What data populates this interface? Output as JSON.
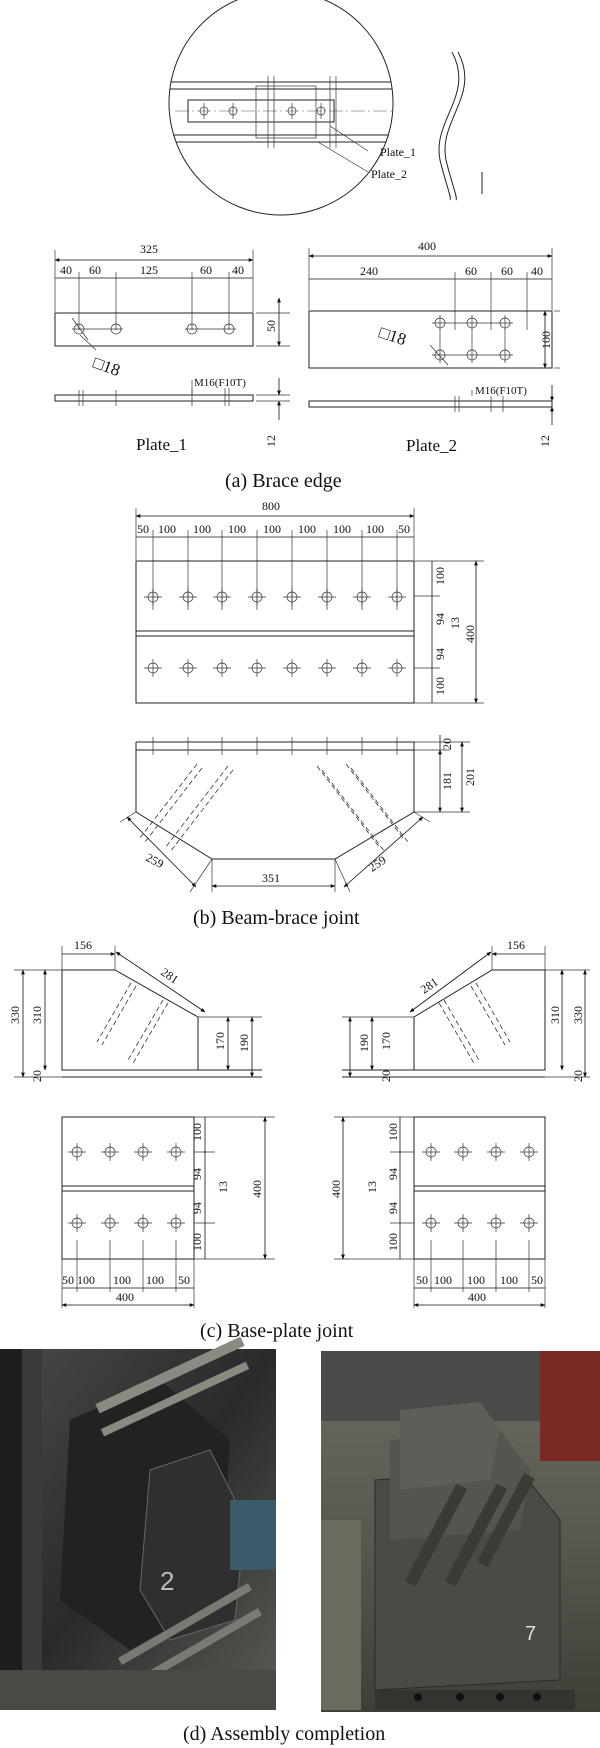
{
  "captions": {
    "a": "(a) Brace edge",
    "b": "(b) Beam-brace joint",
    "c": "(c) Base-plate joint",
    "d": "(d) Assembly completion"
  },
  "detail": {
    "plate1": "Plate_1",
    "plate2": "Plate_2"
  },
  "plate1": {
    "name": "Plate_1",
    "overall": "325",
    "segments": [
      "40",
      "60",
      "125",
      "60",
      "40"
    ],
    "height": "50",
    "thickness": "12",
    "hole": "□18",
    "bolt": "M16(F10T)"
  },
  "plate2": {
    "name": "Plate_2",
    "overall": "400",
    "segments": [
      "240",
      "60",
      "60",
      "40"
    ],
    "height": "100",
    "thickness": "12",
    "hole": "□18",
    "bolt": "M16(F10T)"
  },
  "beam_brace_joint": {
    "width": "800",
    "pitches": [
      "50",
      "100",
      "100",
      "100",
      "100",
      "100",
      "100",
      "100",
      "50"
    ],
    "vertical": [
      "100",
      "94",
      "94",
      "100"
    ],
    "web": "13",
    "height": "400",
    "elev_top": "20",
    "elev_mid": "181",
    "elev_total": "201",
    "left_edge": "259",
    "bottom": "351",
    "right_edge": "259"
  },
  "base_plate_left": {
    "top": "156",
    "slope": "281",
    "h_outer": "330",
    "h_inner": "310",
    "base": "20",
    "right_inner": "170",
    "right_outer": "190",
    "plan_vertical": [
      "100",
      "94",
      "94",
      "100"
    ],
    "plan_web": "13",
    "plan_height": "400",
    "plan_pitches": [
      "50",
      "100",
      "100",
      "100",
      "50"
    ],
    "plan_width": "400"
  },
  "base_plate_right": {
    "top": "156",
    "slope": "281",
    "h_outer": "330",
    "h_inner": "310",
    "base": "20",
    "left_inner": "170",
    "left_outer": "190",
    "plan_vertical": [
      "100",
      "94",
      "94",
      "100"
    ],
    "plan_web": "13",
    "plan_height": "400",
    "plan_pitches": [
      "50",
      "100",
      "100",
      "100",
      "50"
    ],
    "plan_width": "400"
  },
  "photo_right_mark": "7"
}
